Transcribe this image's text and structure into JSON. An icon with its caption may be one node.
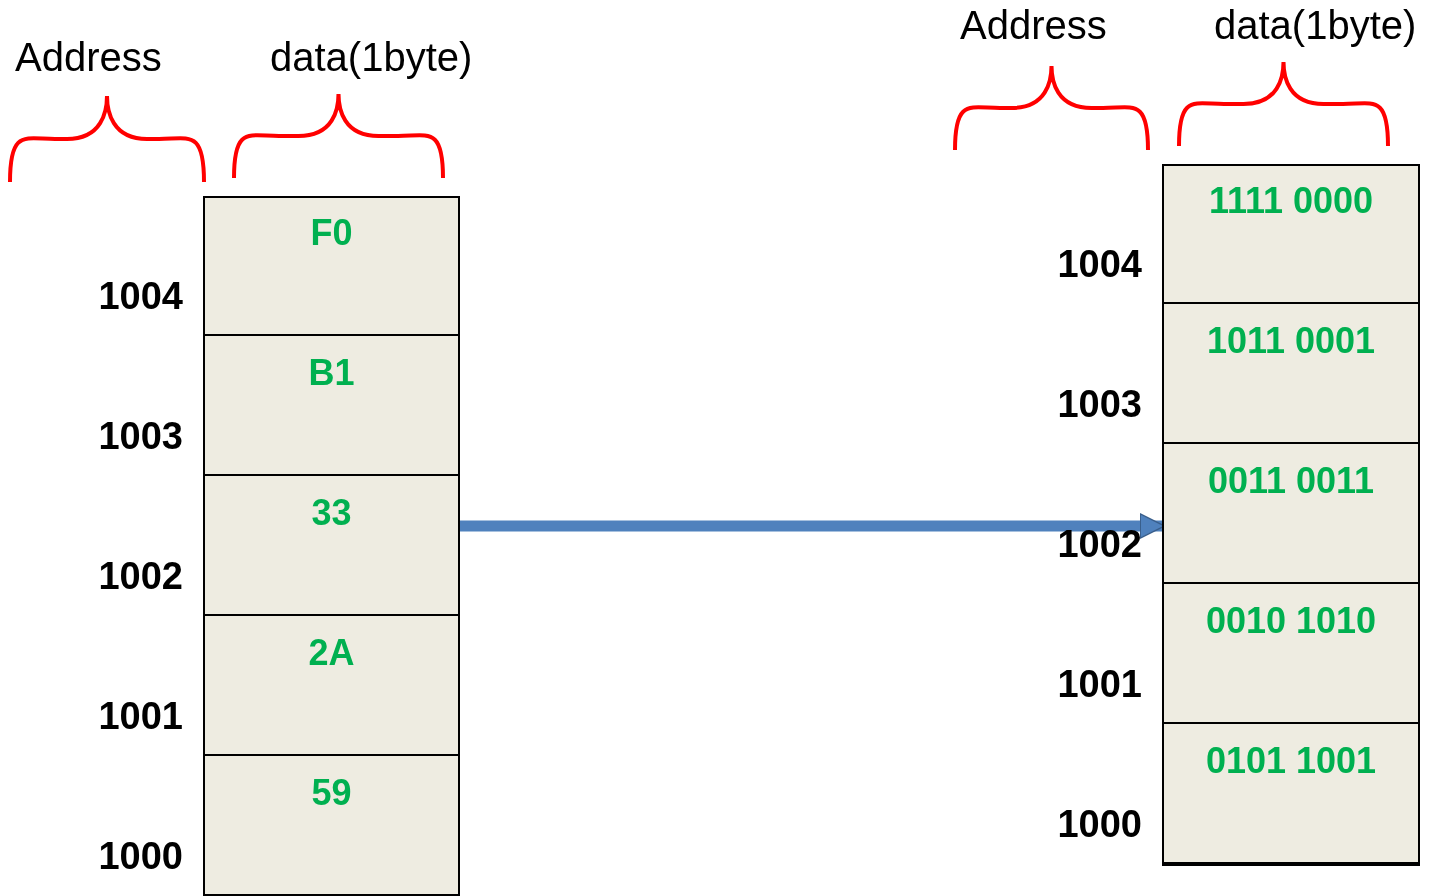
{
  "diagram": {
    "nodes": [
      {
        "text": [],
        "shape": "box"
      },
      {
        "text": [
          "F0"
        ],
        "in": 0
      },
      {
        "text": [
          "B1"
        ],
        "in": 0
      },
      {
        "text": [
          "33"
        ],
        "in": 0
      },
      {
        "text": [
          "2A"
        ],
        "in": 0
      },
      {
        "text": [
          "59"
        ],
        "in": 0
      },
      {
        "text": [],
        "shape": "box"
      },
      {
        "text": [
          "1111 0000"
        ],
        "in": 6
      },
      {
        "text": [
          "1011 0001"
        ],
        "in": 6
      },
      {
        "text": [
          "0011 0011"
        ],
        "in": 6
      },
      {
        "text": [
          "0010 1010"
        ],
        "in": 6
      },
      {
        "text": [
          "0101 1001"
        ],
        "in": 6
      }
    ],
    "edges": [
      {
        "from": 0,
        "to": 6,
        "arrow": "to"
      }
    ],
    "labels": [
      "Address",
      "data(1byte)",
      "1004",
      "1003",
      "1002",
      "1001",
      "1000",
      "Address",
      "data(1byte)",
      "1004",
      "1003",
      "1002",
      "1001",
      "1000"
    ]
  }
}
